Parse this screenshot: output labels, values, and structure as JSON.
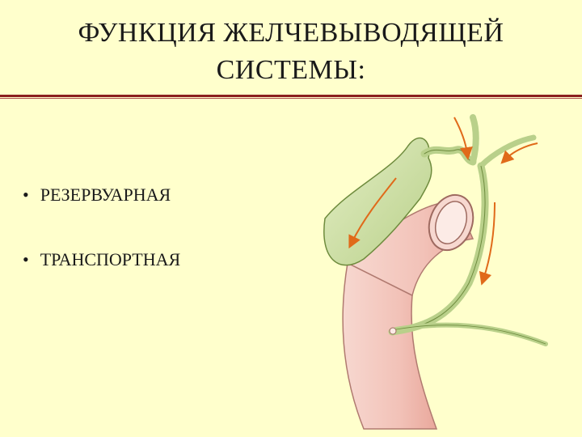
{
  "slide": {
    "title_line1": "ФУНКЦИЯ ЖЕЛЧЕВЫВОДЯЩЕЙ",
    "title_line2": "СИСТЕМЫ:"
  },
  "bullets": [
    {
      "label": "РЕЗЕРВУАРНАЯ"
    },
    {
      "label": "ТРАНСПОРТНАЯ"
    }
  ],
  "colors": {
    "background": "#FFFFCC",
    "rule": "#8A1F1F",
    "gallbladder_fill": "#C9DDA0",
    "gallbladder_stroke": "#6E8B3D",
    "duodenum_fill": "#F4C9C0",
    "duodenum_stroke": "#B07A70",
    "flow_arrow": "#E06A1A"
  }
}
